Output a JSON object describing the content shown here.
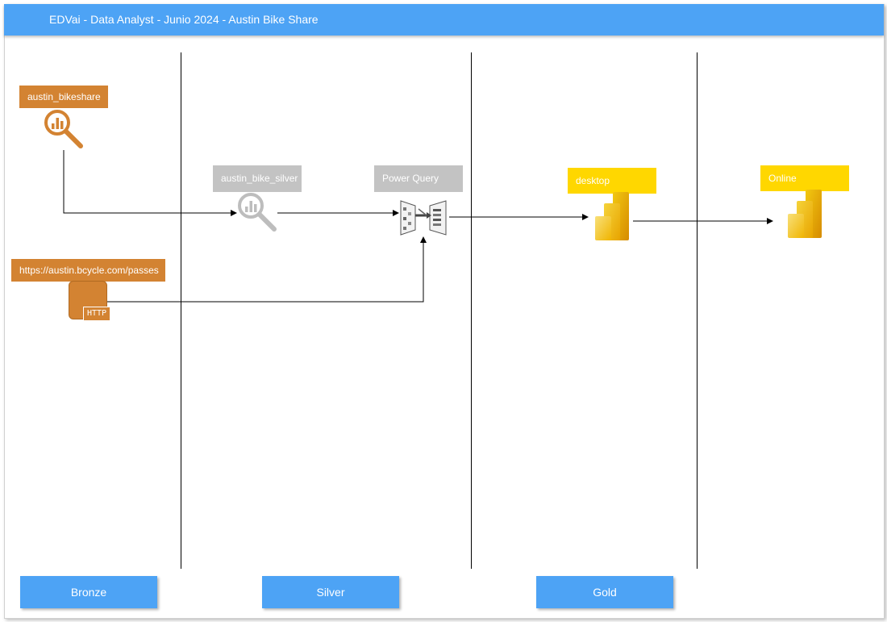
{
  "header": {
    "title": "EDVai - Data Analyst - Junio 2024 - Austin Bike Share"
  },
  "nodes": {
    "source_dataset": {
      "label": "austin_bikeshare",
      "icon": "search-analytics-icon"
    },
    "source_web": {
      "label": "https://austin.bcycle.com/passes",
      "icon": "http-web-icon",
      "badge": "HTTP"
    },
    "silver_dataset": {
      "label": "austin_bike_silver",
      "icon": "search-analytics-icon"
    },
    "power_query": {
      "label": "Power Query",
      "icon": "power-query-icon"
    },
    "desktop": {
      "label": "desktop",
      "icon": "power-bi-icon"
    },
    "online": {
      "label": "Online",
      "icon": "power-bi-icon"
    }
  },
  "layers": [
    {
      "label": "Bronze"
    },
    {
      "label": "Silver"
    },
    {
      "label": "Gold"
    }
  ],
  "colors": {
    "header": "#4da3f5",
    "bronze_node": "#d38332",
    "silver_node": "#c3c3c3",
    "gold_node": "#ffd700",
    "layer_button": "#4da3f5"
  }
}
